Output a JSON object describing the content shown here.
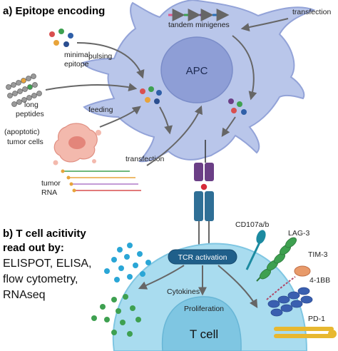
{
  "section_a": {
    "title": "a) Epitope encoding",
    "apc_label": "APC",
    "tandem_minigenes": "tandem minigenes",
    "transfection_top": "transfection",
    "pulsing": "pulsing",
    "minimal_epitope_line1": "minimal",
    "minimal_epitope_line2": "epitope",
    "long_peptides_line1": "long",
    "long_peptides_line2": "peptides",
    "feeding": "feeding",
    "tumor_cells_line1": "(apoptotic)",
    "tumor_cells_line2": "tumor cells",
    "transfection_bottom": "transfection",
    "tumor_rna_line1": "tumor",
    "tumor_rna_line2": "RNA"
  },
  "section_b": {
    "title_line1": "b) T cell acitivity",
    "title_line2": "read out by:",
    "method_line1": "ELISPOT, ELISA,",
    "method_line2": "flow cytometry,",
    "method_line3": "RNAseq",
    "tcr_activation": "TCR activation",
    "cytokines": "Cytokines",
    "proliferation": "Proliferation",
    "t_cell_label": "T cell",
    "cd107": "CD107a/b",
    "lag3": "LAG-3",
    "tim3": "TIM-3",
    "fourone_bb": "4-1BB",
    "pd1": "PD-1"
  },
  "colors": {
    "apc_fill": "#b9c6ea",
    "apc_nucleus": "#8e9ed6",
    "tcell_fill": "#a9dcef",
    "tcell_nucleus": "#7fc6e2",
    "arrow": "#666666",
    "mhc": "#6b3f86",
    "tcr": "#2f6f96",
    "tcr_button": "#1f5f8a"
  }
}
